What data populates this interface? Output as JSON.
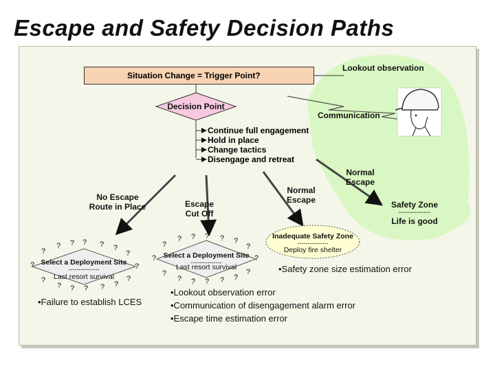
{
  "title": "Escape and Safety Decision Paths",
  "trigger_box": "Situation Change = Trigger Point?",
  "lookout": "Lookout observation",
  "decision_point": "Decision Point",
  "communication": "Communication",
  "options": [
    "Continue full engagement",
    "Hold in place",
    "Change tactics",
    "Disengage and retreat"
  ],
  "no_escape": "No Escape Route in Place",
  "escape_cut_off": "Escape Cut Off",
  "normal_escape_center": "Normal Escape",
  "normal_escape_right": "Normal Escape",
  "safety_zone": "Safety Zone",
  "safety_zone_divider": "--------------",
  "life_is_good": "Life is good",
  "inadequate_zone": "Inadequate Safety Zone",
  "inadequate_divider": "---------------",
  "deploy_shelter": "Deploy fire shelter",
  "deploy_site_left": "Select a Deployment Site",
  "deploy_site_center": "Select a Deployment Site",
  "divider_left": "---------------",
  "divider_center": "---------------",
  "last_resort_left": "Last resort survival",
  "last_resort_center": "Last resort survival",
  "question_mark": "?",
  "errors_left": [
    "•Failure to establish LCES"
  ],
  "errors_center": [
    "•Lookout observation error",
    "•Communication of disengagement alarm error",
    "•Escape time estimation error"
  ],
  "errors_right": [
    "•Safety zone size estimation error"
  ],
  "colors": {
    "trigger_fill": "#f7d3b3",
    "decision_fill": "#f7c9df",
    "safety_green": "#d9f7c2",
    "inadequate_fill": "#ffffd2",
    "diamond_fill": "#eeeeee",
    "panel": "#f4f6ea"
  },
  "icons": [
    "firefighter-helmet-icon",
    "lightning-bolt-icon"
  ]
}
